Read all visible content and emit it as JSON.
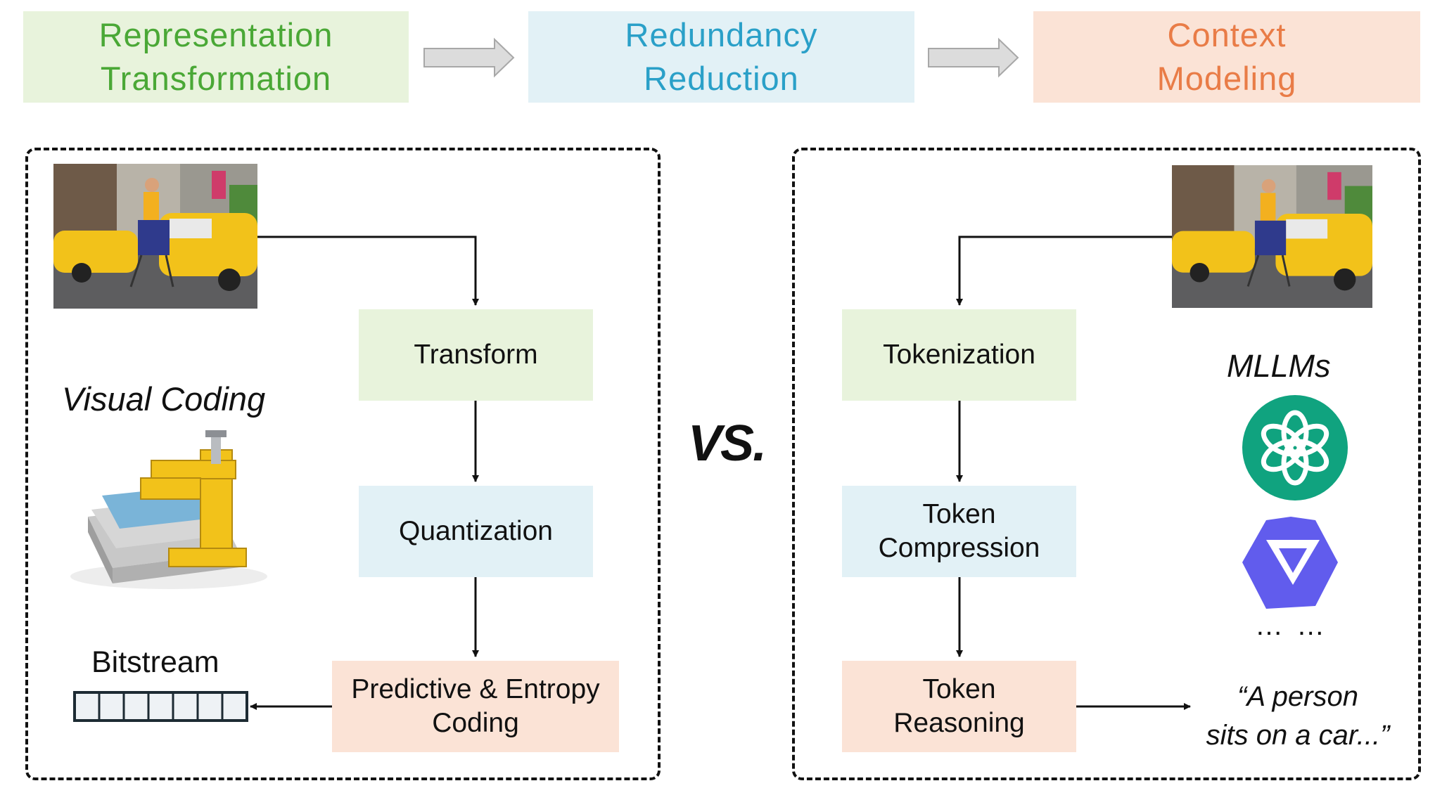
{
  "stages": [
    {
      "lines": [
        "Representation",
        "Transformation"
      ],
      "color": "#4aa836",
      "bg": "#e8f3dc"
    },
    {
      "lines": [
        "Redundancy",
        "Reduction"
      ],
      "color": "#2aa0c8",
      "bg": "#e2f1f6"
    },
    {
      "lines": [
        "Context",
        "Modeling"
      ],
      "color": "#e97c47",
      "bg": "#fbe3d6"
    }
  ],
  "visual_coding": {
    "title": "Visual Coding",
    "steps": [
      {
        "lines": [
          "Transform"
        ]
      },
      {
        "lines": [
          "Quantization"
        ]
      },
      {
        "lines": [
          "Predictive & Entropy",
          "Coding"
        ]
      }
    ],
    "output_label": "Bitstream",
    "bitstream_cells": 7
  },
  "versus": "VS.",
  "mllm": {
    "title": "MLLMs",
    "steps": [
      {
        "lines": [
          "Tokenization"
        ]
      },
      {
        "lines": [
          "Token",
          "Compression"
        ]
      },
      {
        "lines": [
          "Token",
          "Reasoning"
        ]
      }
    ],
    "models": [
      "openai-logo",
      "qwen-logo"
    ],
    "more": "… …",
    "output_lines": [
      "“A person",
      "sits on a car...”"
    ]
  },
  "colors": {
    "openai": "#10a37f",
    "qwen": "#615ced",
    "taxi": "#f2c21a",
    "arrow_gray": "#dcdcdc"
  }
}
